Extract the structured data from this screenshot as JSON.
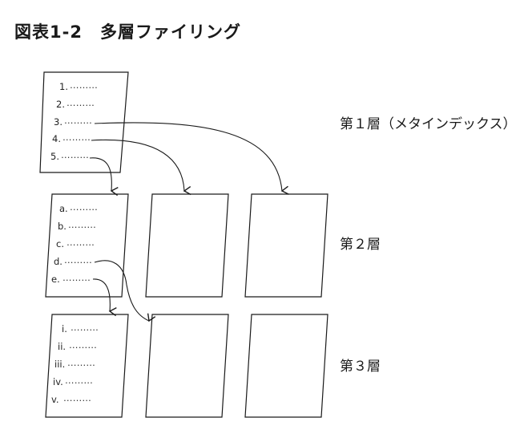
{
  "title": "図表1-2　多層ファイリング",
  "layers": [
    {
      "label": "第１層（メタインデックス）"
    },
    {
      "label": "第２層"
    },
    {
      "label": "第３層"
    }
  ],
  "cards": {
    "layer1": {
      "entries": [
        "1.",
        "2.",
        "3.",
        "4.",
        "5."
      ]
    },
    "layer2": {
      "entries": [
        "a.",
        "b.",
        "c.",
        "d.",
        "e."
      ]
    },
    "layer3": {
      "entries": [
        "i.",
        "ii.",
        "iii.",
        "iv.",
        "v."
      ]
    }
  },
  "leader": "………"
}
